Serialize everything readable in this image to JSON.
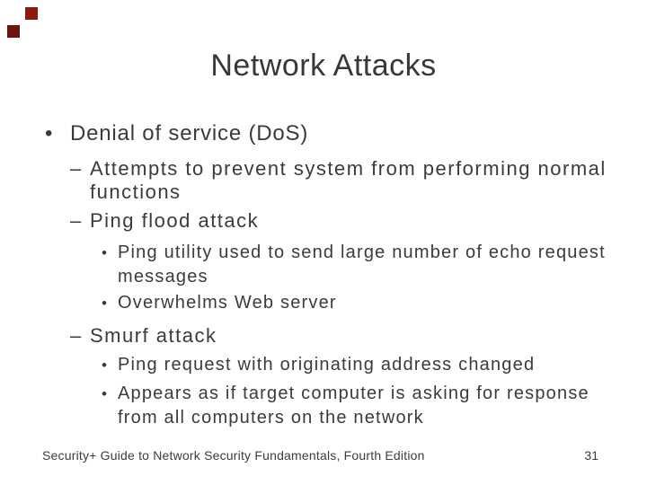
{
  "slide": {
    "title": "Network Attacks",
    "bullets": [
      {
        "level": 1,
        "marker": "•",
        "lines": [
          "Denial of service (DoS)"
        ]
      },
      {
        "level": 2,
        "marker": "–",
        "lines": [
          "Attempts to prevent system from performing normal",
          "functions"
        ]
      },
      {
        "level": 2,
        "marker": "–",
        "lines": [
          "Ping flood attack"
        ]
      },
      {
        "level": 3,
        "marker": "•",
        "lines": [
          "Ping utility used to send large number of echo request",
          "messages"
        ]
      },
      {
        "level": 3,
        "marker": "•",
        "lines": [
          "Overwhelms Web server"
        ]
      },
      {
        "level": 2,
        "marker": "–",
        "lines": [
          "Smurf attack"
        ]
      },
      {
        "level": 3,
        "marker": "•",
        "lines": [
          "Ping request with originating address changed"
        ]
      },
      {
        "level": 3,
        "marker": "•",
        "lines": [
          "Appears as if target computer is asking for response",
          "from all computers on the network"
        ]
      }
    ],
    "footer": {
      "left": "Security+ Guide to Network Security Fundamentals, Fourth Edition",
      "page": "31"
    },
    "decoration": {
      "squares": [
        {
          "name": "decoration-square-top",
          "color": "#8c1a10"
        },
        {
          "name": "decoration-square-left",
          "color": "#6d1310"
        }
      ]
    },
    "colors": {
      "background": "#ffffff",
      "text": "#3b3b3b",
      "title": "#383838"
    }
  }
}
